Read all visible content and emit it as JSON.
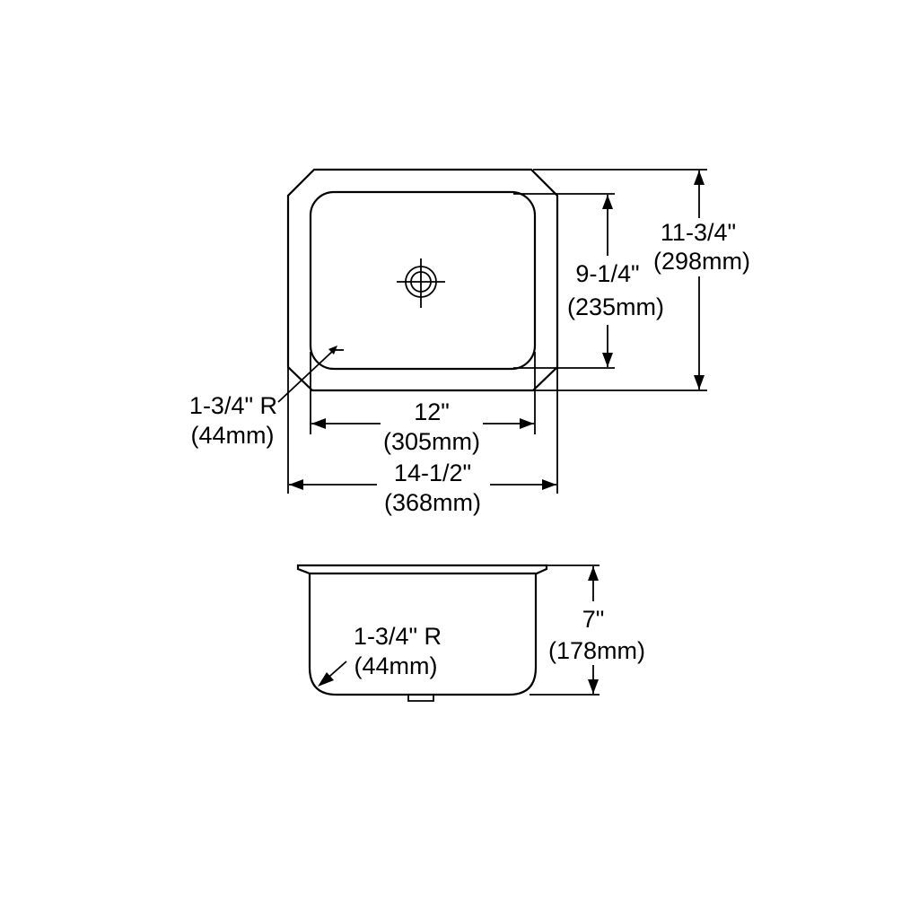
{
  "colors": {
    "line": "#000000",
    "background": "#ffffff"
  },
  "plan_view": {
    "overall_width": {
      "imperial": "14-1/2\"",
      "metric": "(368mm)"
    },
    "bowl_width": {
      "imperial": "12\"",
      "metric": "(305mm)"
    },
    "bowl_length": {
      "imperial": "9-1/4\"",
      "metric": "(235mm)"
    },
    "overall_length": {
      "imperial": "11-3/4\"",
      "metric": "(298mm)"
    },
    "corner_radius": {
      "imperial": "1-3/4\" R",
      "metric": "(44mm)"
    },
    "drain_icon": "drain-crosshair-icon"
  },
  "section_view": {
    "depth": {
      "imperial": "7\"",
      "metric": "(178mm)"
    },
    "corner_radius": {
      "imperial": "1-3/4\" R",
      "metric": "(44mm)"
    }
  }
}
